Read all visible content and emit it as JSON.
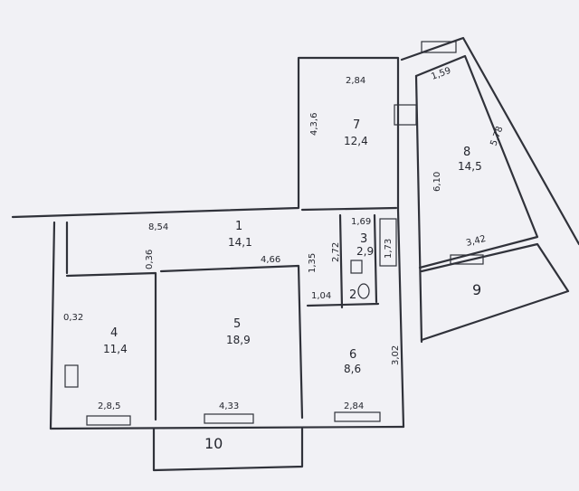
{
  "colors": {
    "paper": "#f1f1f5",
    "ink": "#30323a"
  },
  "rooms": [
    {
      "id": "1",
      "area": "14,1"
    },
    {
      "id": "2"
    },
    {
      "id": "3",
      "area": "2,9"
    },
    {
      "id": "4",
      "area": "11,4"
    },
    {
      "id": "5",
      "area": "18,9"
    },
    {
      "id": "6",
      "area": "8,6"
    },
    {
      "id": "7",
      "area": "12,4"
    },
    {
      "id": "8",
      "area": "14,5"
    },
    {
      "id": "9"
    },
    {
      "id": "10"
    }
  ],
  "dimensions": {
    "corridor_length": "8,54",
    "corridor_gap": "0,36",
    "room5_top": "4,66",
    "room1_side": "1,35",
    "bath_width": "1,69",
    "bath_height": "2,72",
    "bath_right": "1,73",
    "wc_width": "1,04",
    "kitchen_wall": "0,32",
    "kitchen_bottom": "2,8,5",
    "room5_bottom": "4,33",
    "room6_bottom": "2,84",
    "room6_side": "3,02",
    "room7_top": "2,84",
    "room7_side": "4,3,6",
    "room8_top": "1,59",
    "room8_diag": "5,78",
    "room8_side": "6,10",
    "loggia_width": "3,42"
  }
}
